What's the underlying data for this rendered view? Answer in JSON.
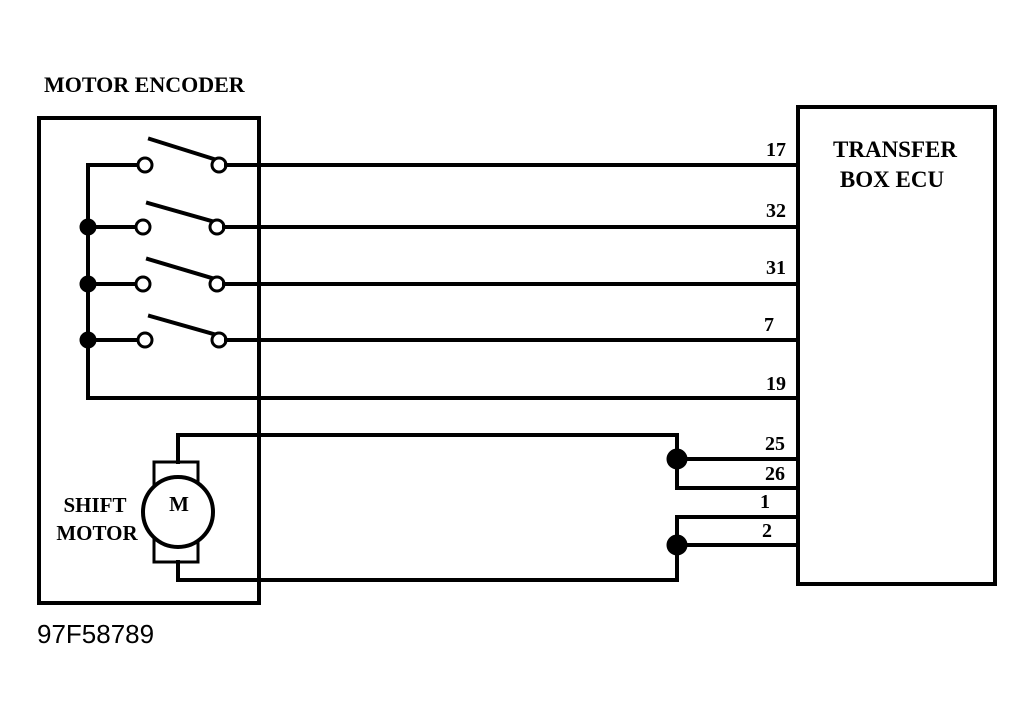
{
  "encoder": {
    "title": "MOTOR ENCODER"
  },
  "ecu": {
    "title_line1": "TRANSFER",
    "title_line2": "BOX ECU"
  },
  "motor": {
    "symbol": "M",
    "label_line1": "SHIFT",
    "label_line2": "MOTOR"
  },
  "pins": {
    "p17": "17",
    "p32": "32",
    "p31": "31",
    "p7": "7",
    "p19": "19",
    "p25": "25",
    "p26": "26",
    "p1": "1",
    "p2": "2"
  },
  "figure_id": "97F58789"
}
